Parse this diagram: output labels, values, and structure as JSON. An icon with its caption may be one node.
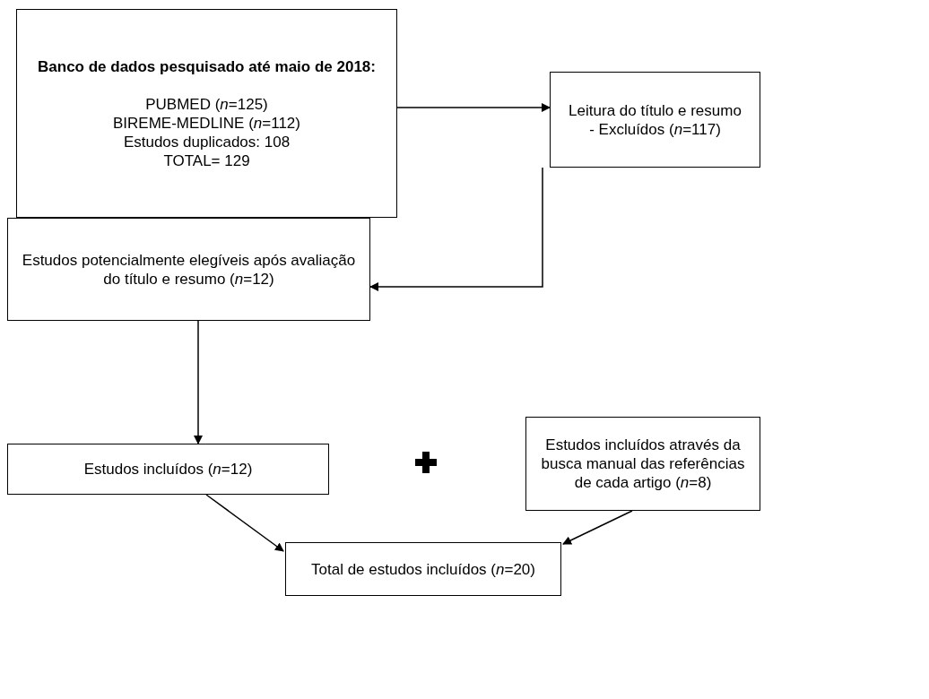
{
  "diagram": {
    "nodes": [
      {
        "text": [
          "Banco de dados pesquisado até maio de 2018:",
          "PUBMED (*n*=125)",
          "BIREME-MEDLINE (*n*=112)",
          "Estudos duplicados: 108",
          "TOTAL= 129"
        ]
      },
      {
        "text": [
          "Leitura do título e resumo",
          "- Excluídos (*n*=117)"
        ]
      },
      {
        "text": [
          "Estudos potencialmente elegíveis após avaliação do título e resumo (*n*=12)"
        ]
      },
      {
        "text": [
          "Estudos incluídos (*n*=12)"
        ]
      },
      {
        "text": [
          "Estudos incluídos através da busca manual das referências de cada artigo (*n*=8)"
        ]
      },
      {
        "text": [
          "Total de estudos incluídos (*n*=20)"
        ]
      }
    ],
    "edges": [
      {
        "from": 0,
        "to": 1,
        "arrow": "to"
      },
      {
        "from": 1,
        "to": 2,
        "arrow": "to"
      },
      {
        "from": 2,
        "to": 3,
        "arrow": "to"
      },
      {
        "from": 3,
        "to": 5,
        "arrow": "to"
      },
      {
        "from": 4,
        "to": 5,
        "arrow": "to"
      }
    ]
  }
}
